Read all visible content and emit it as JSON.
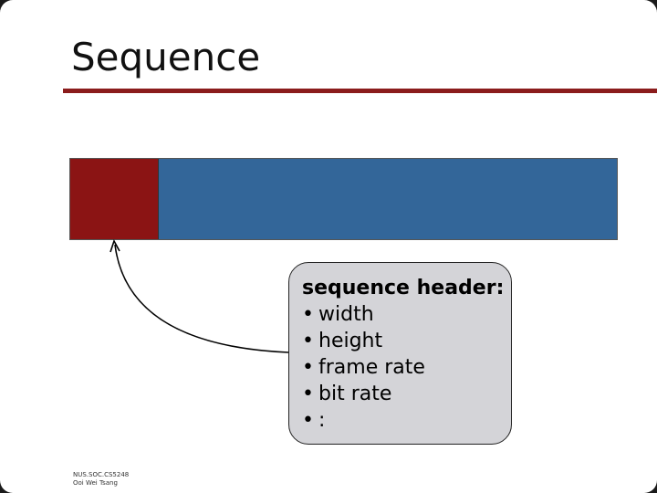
{
  "slide": {
    "title": "Sequence",
    "callout": {
      "heading": "sequence header:",
      "bullet_symbol": "•",
      "items": [
        "width",
        "height",
        "frame rate",
        "bit rate",
        ":"
      ]
    },
    "footer": {
      "line1": "NUS.SOC.CS5248",
      "line2": "Ooi Wei Tsang"
    }
  },
  "colors": {
    "title_rule": "#8b1c1c",
    "header_block": "#8b1414",
    "body_block": "#336699",
    "callout_fill": "#d4d4d8"
  }
}
